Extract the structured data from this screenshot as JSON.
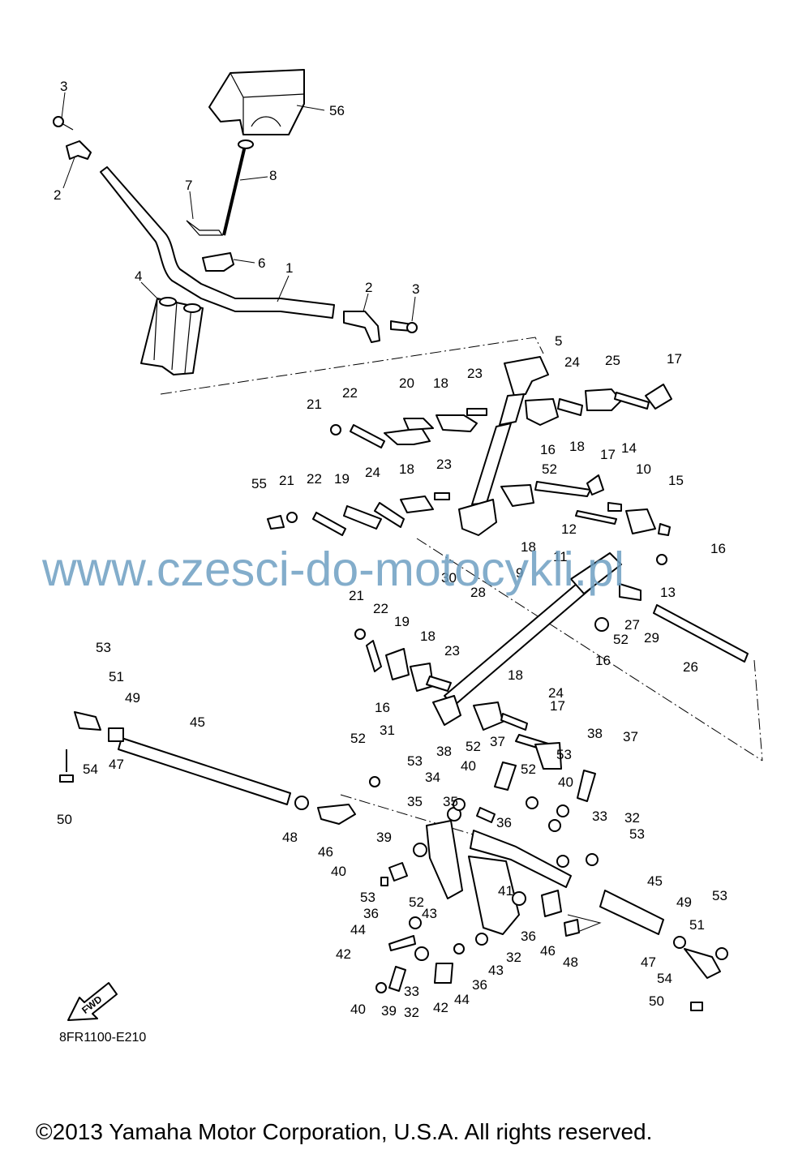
{
  "watermark": "www.czesci-do-motocykli.pl",
  "diagram_code": "8FR1100-E210",
  "copyright": "©2013 Yamaha Motor Corporation, U.S.A. All rights reserved.",
  "fwd_label": "FWD",
  "callouts": [
    "3",
    "2",
    "56",
    "8",
    "7",
    "6",
    "1",
    "4",
    "2",
    "3",
    "5",
    "24",
    "25",
    "17",
    "21",
    "22",
    "20",
    "18",
    "23",
    "18",
    "16",
    "52",
    "17",
    "14",
    "10",
    "15",
    "55",
    "21",
    "22",
    "19",
    "24",
    "18",
    "23",
    "12",
    "18",
    "16",
    "11",
    "9",
    "30",
    "28",
    "13",
    "27",
    "29",
    "52",
    "16",
    "26",
    "21",
    "22",
    "19",
    "18",
    "23",
    "53",
    "51",
    "49",
    "45",
    "47",
    "54",
    "50",
    "16",
    "18",
    "24",
    "17",
    "31",
    "52",
    "53",
    "38",
    "37",
    "52",
    "38",
    "37",
    "40",
    "53",
    "34",
    "35",
    "35",
    "36",
    "33",
    "32",
    "40",
    "53",
    "48",
    "46",
    "39",
    "52",
    "40",
    "53",
    "52",
    "36",
    "44",
    "43",
    "41",
    "45",
    "53",
    "49",
    "51",
    "42",
    "36",
    "32",
    "46",
    "48",
    "47",
    "54",
    "33",
    "32",
    "43",
    "50",
    "40",
    "39",
    "42",
    "44",
    "36"
  ]
}
